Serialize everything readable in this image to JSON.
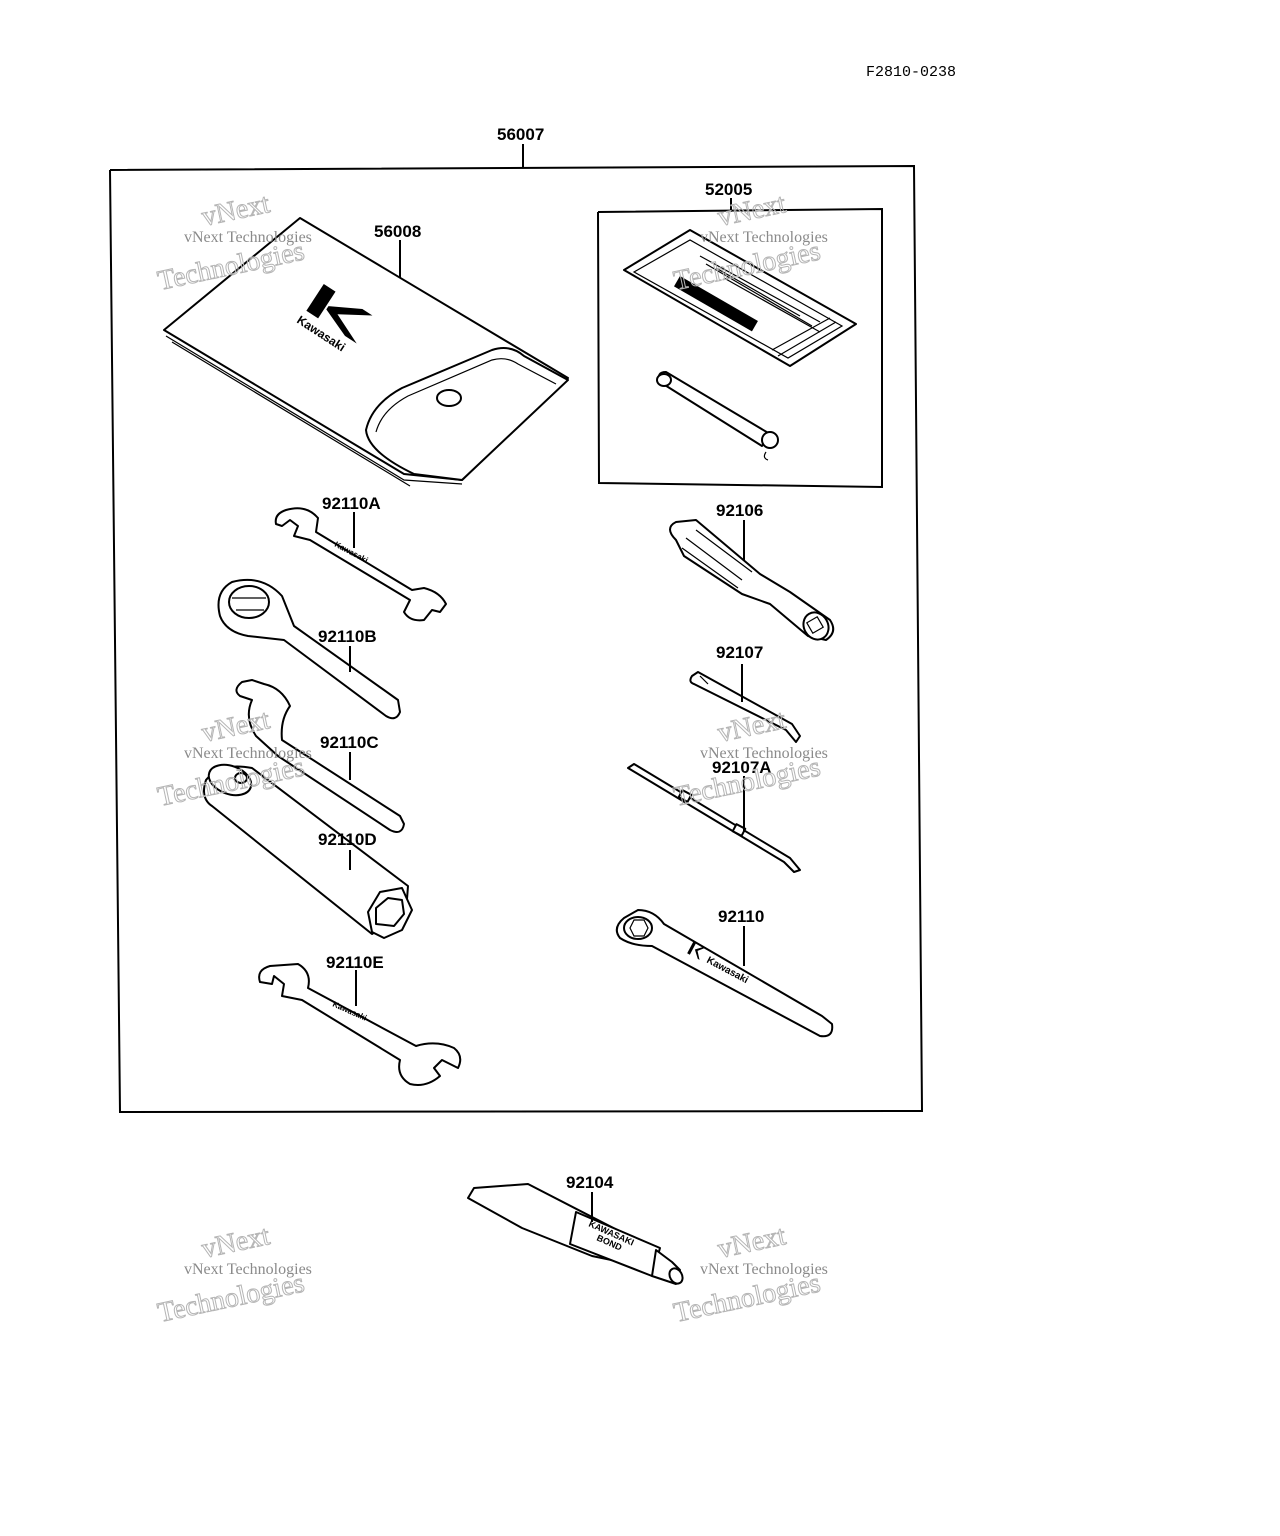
{
  "diagram": {
    "drawing_code": "F2810-0238",
    "labels": {
      "kit": "56007",
      "pouch": "56008",
      "manual_set": "52005",
      "wrench_a": "92110A",
      "wrench_b": "92110B",
      "wrench_c": "92110C",
      "wrench_d": "92110D",
      "wrench_e": "92110E",
      "handle": "92106",
      "driver": "92107",
      "driver_a": "92107A",
      "wrench": "92110",
      "bond": "92104"
    },
    "watermark": {
      "line1": "vNext Technologies",
      "line2": "vNext",
      "line3": "Technologies"
    },
    "printed_marks": {
      "brand": "Kawasaki",
      "bond_line1": "KAWASAKI",
      "bond_line2": "BOND"
    }
  }
}
